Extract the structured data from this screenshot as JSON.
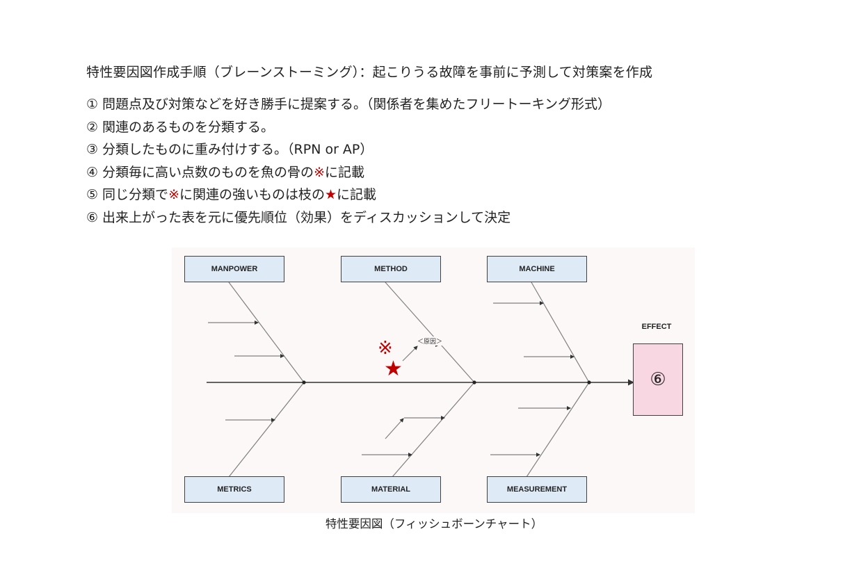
{
  "heading": "特性要因図作成手順（ブレーンストーミング）：起こりうる故障を事前に予測して対策案を作成",
  "steps": [
    {
      "num": "①",
      "parts": [
        {
          "text": "問題点及び対策などを好き勝手に提案する。（関係者を集めたフリートーキング形式）",
          "red": false
        }
      ]
    },
    {
      "num": "②",
      "parts": [
        {
          "text": "関連のあるものを分類する。",
          "red": false
        }
      ]
    },
    {
      "num": "③",
      "parts": [
        {
          "text": "分類したものに重み付けする。（RPN or AP）",
          "red": false
        }
      ]
    },
    {
      "num": "④",
      "parts": [
        {
          "text": "分類毎に高い点数のものを魚の骨の",
          "red": false
        },
        {
          "text": "※",
          "red": true
        },
        {
          "text": "に記載",
          "red": false
        }
      ]
    },
    {
      "num": "⑤",
      "parts": [
        {
          "text": "同じ分類で",
          "red": false
        },
        {
          "text": "※",
          "red": true
        },
        {
          "text": "に関連の強いものは枝の",
          "red": false
        },
        {
          "text": "★",
          "red": true
        },
        {
          "text": "に記載",
          "red": false
        }
      ]
    },
    {
      "num": "⑥",
      "parts": [
        {
          "text": "出来上がった表を元に優先順位（効果）をディスカッションして決定",
          "red": false
        }
      ]
    }
  ],
  "diagram": {
    "categories": {
      "manpower": "MANPOWER",
      "method": "METHOD",
      "machine": "MACHINE",
      "metrics": "METRICS",
      "material": "MATERIAL",
      "measurement": "MEASUREMENT"
    },
    "effect_label": "EFFECT",
    "effect_value": "⑥",
    "cause_label": "＜原因＞",
    "kome_mark": "※",
    "star_mark": "★"
  },
  "colors": {
    "accent_red": "#c00000",
    "category_fill": "#deebf7",
    "effect_fill": "#f8d7e3",
    "line": "#7f7f7f"
  },
  "caption": "特性要因図（フィッシュボーンチャート）"
}
